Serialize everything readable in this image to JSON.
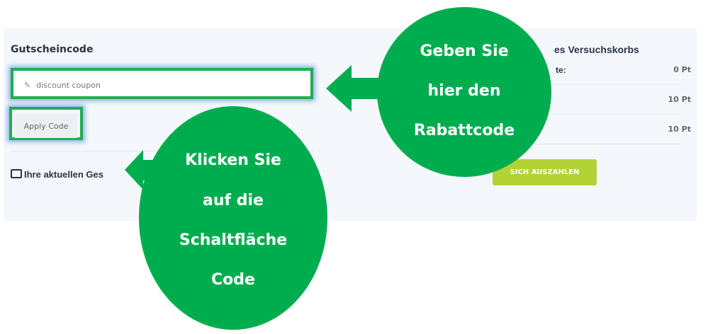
{
  "coupon": {
    "title": "Gutscheincode",
    "input_placeholder": "discount coupon",
    "apply_label": "Apply Code",
    "balance_label": "Ihre aktuellen Ges"
  },
  "basket": {
    "title": "es Versuchskorbs",
    "rows": [
      {
        "label": "te:",
        "value": "0 Pt"
      },
      {
        "label": "",
        "value": "10 Pt"
      },
      {
        "label": "",
        "value": "10 Pt"
      }
    ],
    "payout_label": "SICH AUSZAHLEN"
  },
  "callouts": {
    "input_hint": [
      "Geben Sie",
      "hier den",
      "Rabattcode"
    ],
    "button_hint": [
      "Klicken Sie",
      "auf die",
      "Schaltfläche",
      "Code"
    ]
  },
  "colors": {
    "callout": "#00ad4e",
    "highlight": "#1fae4f",
    "payout": "#b3d235"
  }
}
